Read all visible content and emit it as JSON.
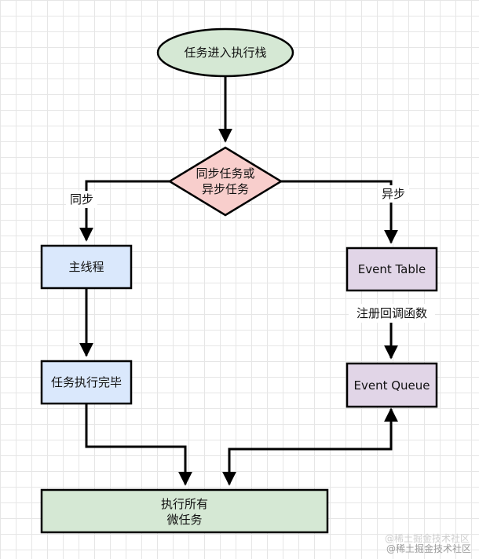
{
  "diagram": {
    "colors": {
      "start_fill": "#d5e8d4",
      "decision_fill": "#f8cecc",
      "blue_fill": "#dae8fc",
      "purple_fill": "#e1d5e7",
      "end_fill": "#d5e8d4",
      "stroke": "#000000"
    },
    "nodes": {
      "start": {
        "label": "任务进入执行栈"
      },
      "decision": {
        "line1": "同步任务或",
        "line2": "异步任务"
      },
      "main_thread": {
        "label": "主线程"
      },
      "task_done": {
        "label": "任务执行完毕"
      },
      "event_table": {
        "label": "Event Table"
      },
      "event_queue": {
        "label": "Event Queue"
      },
      "run_microtasks": {
        "line1": "执行所有",
        "line2": "微任务"
      }
    },
    "edges": {
      "sync_label": "同步",
      "async_label": "异步",
      "register_label": "注册回调函数"
    }
  },
  "watermark": {
    "line1": "@稀土掘金技术社区",
    "line2": "@稀土掘金技术社区"
  }
}
